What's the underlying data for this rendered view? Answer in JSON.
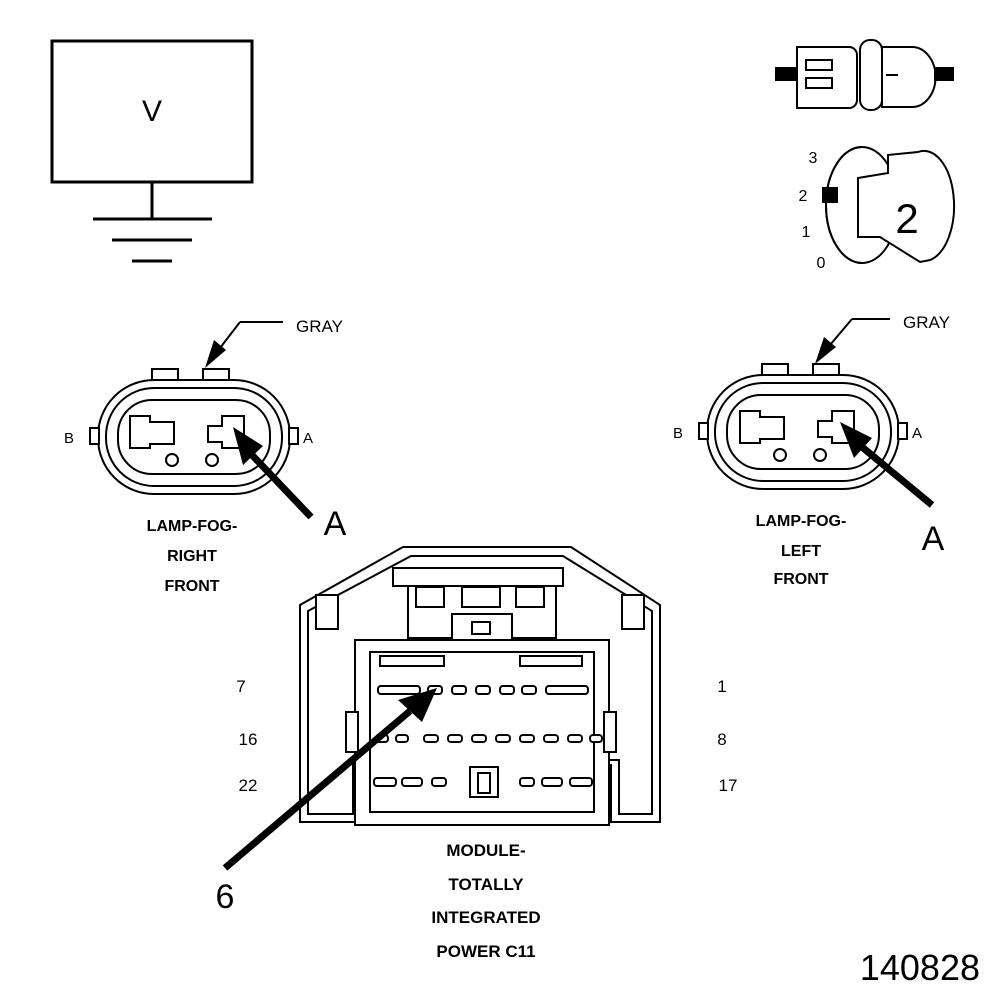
{
  "voltmeter": {
    "symbol": "V"
  },
  "switch_positions": [
    "3",
    "2",
    "1",
    "0"
  ],
  "switch_setting": "2",
  "connectors": {
    "right_front": {
      "wire_color": "GRAY",
      "pin_b": "B",
      "pin_a": "A",
      "callout": "A",
      "name_line1": "LAMP-FOG-",
      "name_line2": "RIGHT",
      "name_line3": "FRONT"
    },
    "left_front": {
      "wire_color": "GRAY",
      "pin_b": "B",
      "pin_a": "A",
      "callout": "A",
      "name_line1": "LAMP-FOG-",
      "name_line2": "LEFT",
      "name_line3": "FRONT"
    },
    "module": {
      "row1_left": "7",
      "row1_right": "1",
      "row2_left": "16",
      "row2_right": "8",
      "row3_left": "22",
      "row3_right": "17",
      "callout": "6",
      "name_line1": "MODULE-",
      "name_line2": "TOTALLY",
      "name_line3": "INTEGRATED",
      "name_line4": "POWER C11"
    }
  },
  "figure_number": "140828"
}
